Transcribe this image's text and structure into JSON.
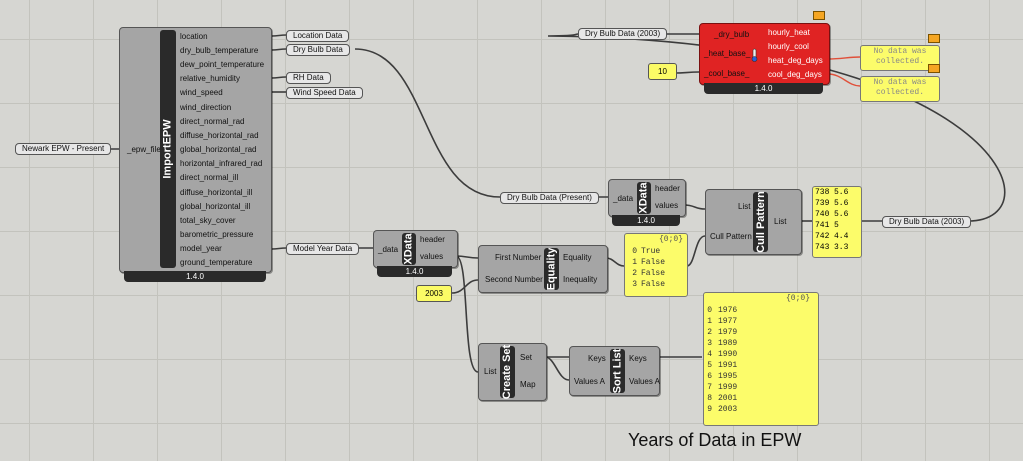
{
  "epw_source": {
    "label": "Newark EPW - Present"
  },
  "import_epw": {
    "name": "ImportEPW",
    "input": "_epw_file",
    "outputs": [
      "location",
      "dry_bulb_temperature",
      "dew_point_temperature",
      "relative_humidity",
      "wind_speed",
      "wind_direction",
      "direct_normal_rad",
      "diffuse_horizontal_rad",
      "global_horizontal_rad",
      "horizontal_infrared_rad",
      "direct_normal_ill",
      "diffuse_horizontal_ill",
      "global_horizontal_ill",
      "total_sky_cover",
      "barometric_pressure",
      "model_year",
      "ground_temperature"
    ],
    "version": "1.4.0"
  },
  "params": {
    "location_data": "Location Data",
    "dry_bulb_data": "Dry Bulb Data",
    "rh_data": "RH Data",
    "wind_speed_data": "Wind Speed Data",
    "model_year_data": "Model Year Data",
    "dry_bulb_present": "Dry Bulb Data (Present)",
    "dry_bulb_2003_in": "Dry Bulb Data (2003)",
    "dry_bulb_2003_out": "Dry Bulb Data (2003)"
  },
  "xdata1": {
    "name": "XData",
    "input": "_data",
    "outputs": [
      "header",
      "values"
    ],
    "version": "1.4.0"
  },
  "xdata2": {
    "name": "XData",
    "input": "_data",
    "outputs": [
      "header",
      "values"
    ],
    "version": "1.4.0"
  },
  "equality": {
    "name": "Equality",
    "inputs": [
      "First Number",
      "Second Number"
    ],
    "outputs": [
      "Equality",
      "Inequality"
    ]
  },
  "number_2003": {
    "value": "2003"
  },
  "number_10": {
    "value": "10"
  },
  "cull_pattern": {
    "name": "Cull Pattern",
    "inputs": [
      "List",
      "Cull Pattern"
    ],
    "outputs": [
      "List"
    ]
  },
  "create_set": {
    "name": "Create Set",
    "inputs": [
      "List"
    ],
    "outputs": [
      "Set",
      "Map"
    ]
  },
  "sort_list": {
    "name": "Sort List",
    "inputs": [
      "Keys",
      "Values A"
    ],
    "outputs": [
      "Keys",
      "Values A"
    ]
  },
  "degree_days": {
    "inputs": [
      "_dry_bulb",
      "_heat_base_",
      "_cool_base_"
    ],
    "outputs": [
      "hourly_heat",
      "hourly_cool",
      "heat_deg_days",
      "cool_deg_days"
    ],
    "version": "1.4.0"
  },
  "no_data_1": {
    "text": "No data was collected."
  },
  "no_data_2": {
    "text": "No data was collected."
  },
  "equality_panel": {
    "header": "{0;0}",
    "rows": [
      {
        "i": "0",
        "v": "True"
      },
      {
        "i": "1",
        "v": "False"
      },
      {
        "i": "2",
        "v": "False"
      },
      {
        "i": "3",
        "v": "False"
      }
    ]
  },
  "cull_panel": {
    "rows": [
      {
        "i": "738",
        "v": "5.6"
      },
      {
        "i": "739",
        "v": "5.6"
      },
      {
        "i": "740",
        "v": "5.6"
      },
      {
        "i": "741",
        "v": "5"
      },
      {
        "i": "742",
        "v": "4.4"
      },
      {
        "i": "743",
        "v": "3.3"
      }
    ]
  },
  "years_panel": {
    "header": "{0;0}",
    "rows": [
      {
        "i": "0",
        "v": "1976"
      },
      {
        "i": "1",
        "v": "1977"
      },
      {
        "i": "2",
        "v": "1979"
      },
      {
        "i": "3",
        "v": "1989"
      },
      {
        "i": "4",
        "v": "1990"
      },
      {
        "i": "5",
        "v": "1991"
      },
      {
        "i": "6",
        "v": "1995"
      },
      {
        "i": "7",
        "v": "1999"
      },
      {
        "i": "8",
        "v": "2001"
      },
      {
        "i": "9",
        "v": "2003"
      }
    ]
  },
  "caption": "Years of Data in EPW"
}
